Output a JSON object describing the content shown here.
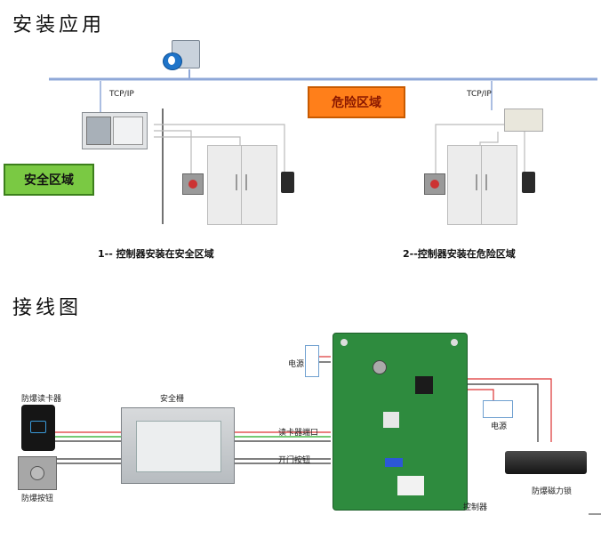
{
  "section1": {
    "title": "安装应用",
    "tcp_left": "TCP/IP",
    "tcp_right": "TCP/IP",
    "danger_zone": "危险区域",
    "safe_zone": "安全区域",
    "caption_left": "1-- 控制器安装在安全区域",
    "caption_right": "2--控制器安装在危险区域"
  },
  "section2": {
    "title": "接线图",
    "reader": "防爆读卡器",
    "button": "防爆按钮",
    "barrier": "安全栅",
    "power_top": "电源",
    "reader_port": "读卡器端口",
    "door_button": "开门按钮",
    "controller": "控制器",
    "power_right": "电源",
    "mag_lock": "防爆磁力锁"
  },
  "colors": {
    "safe_bg": "#7ac943",
    "danger_bg": "#ff7f1a",
    "network_line": "#8fa8d8",
    "pcb_green": "#2e8b3e"
  }
}
